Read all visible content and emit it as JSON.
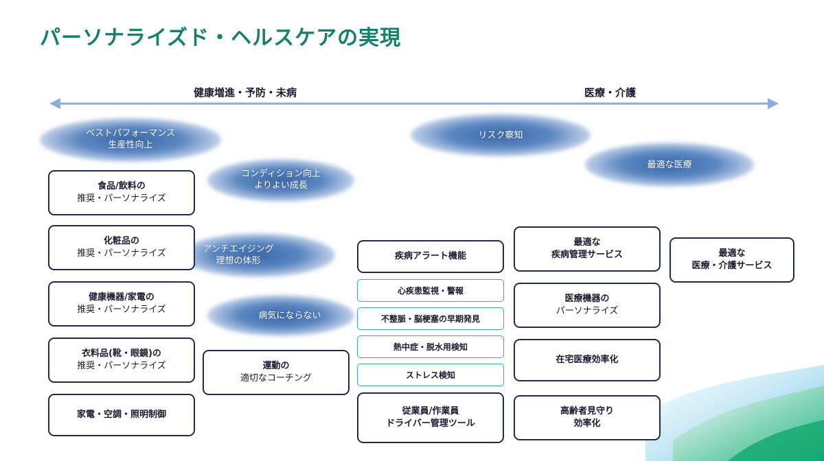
{
  "title": "パーソナライズド・ヘルスケアの実現",
  "axis": {
    "left_label": "健康増進・予防・未病",
    "right_label": "医療・介護"
  },
  "blobs": [
    {
      "line1": "ベストパフォーマンス",
      "line2": "生産性向上"
    },
    {
      "line1": "コンディション向上",
      "line2": "よりよい成長"
    },
    {
      "line1": "アンチエイジング",
      "line2": "理想の体形"
    },
    {
      "line1": "病気にならない",
      "line2": ""
    },
    {
      "line1": "リスク察知",
      "line2": ""
    },
    {
      "line1": "最適な医療",
      "line2": ""
    }
  ],
  "col1": [
    {
      "line1": "食品/飲料の",
      "line2": "推奨・パーソナライズ"
    },
    {
      "line1": "化粧品の",
      "line2": "推奨・パーソナライズ"
    },
    {
      "line1": "健康機器/家電の",
      "line2": "推奨・パーソナライズ"
    },
    {
      "line1": "衣料品(靴・眼鏡)の",
      "line2": "推奨・パーソナライズ"
    },
    {
      "line1": "家電・空調・照明制御",
      "line2": ""
    }
  ],
  "col2": [
    {
      "line1": "運動の",
      "line2": "適切なコーチング"
    }
  ],
  "col3": {
    "main": {
      "line1": "疾病アラート機能",
      "line2": ""
    },
    "subs": [
      "心疾患監視・警報",
      "不整脈・脳梗塞の早期発見",
      "熱中症・脱水用検知",
      "ストレス検知"
    ],
    "bottom": {
      "line1": "従業員/作業員",
      "line2": "ドライバー管理ツール"
    }
  },
  "col4": [
    {
      "line1": "最適な",
      "line2": "疾病管理サービス"
    },
    {
      "line1": "医療機器の",
      "line2": "パーソナライズ"
    },
    {
      "line1": "在宅医療効率化",
      "line2": ""
    },
    {
      "line1": "高齢者見守り",
      "line2": "効率化"
    }
  ],
  "col5": [
    {
      "line1": "最適な",
      "line2": "医療・介護サービス"
    }
  ],
  "colors": {
    "title": "#16806a",
    "arrow": "#8aaedc",
    "box_border": "#1f2a4a",
    "sub_border": "#3aa7b0",
    "blob": "#3d68a8"
  }
}
